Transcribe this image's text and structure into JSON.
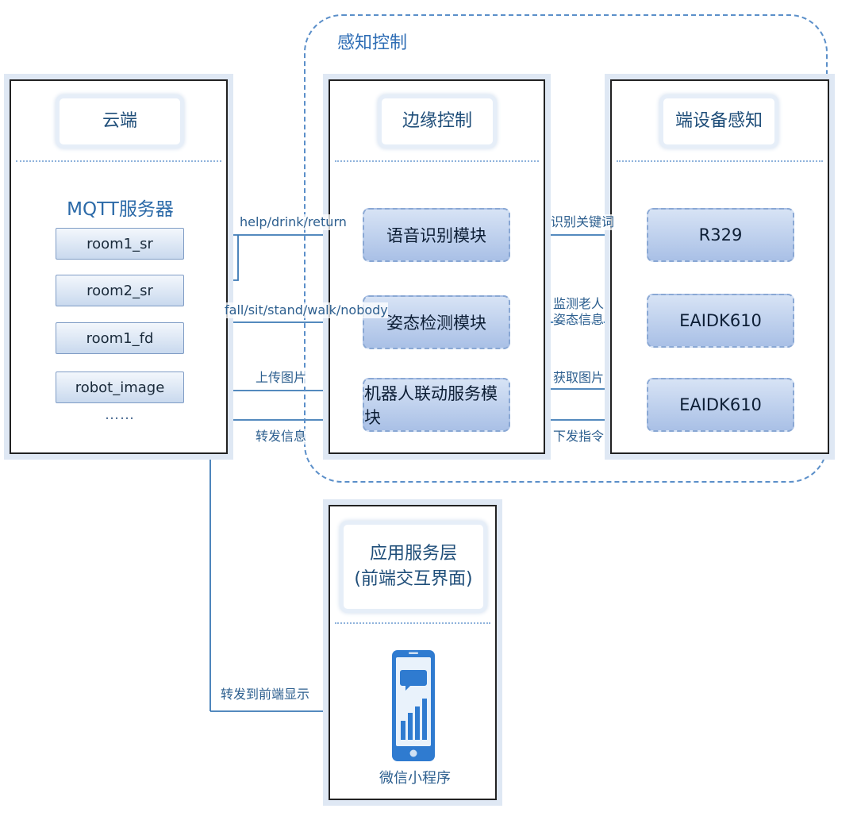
{
  "colors": {
    "accent": "#2e6db5",
    "line": "#3b79b5",
    "module_fill": "#b3c8ea",
    "panel_border": "#222222"
  },
  "groups": {
    "perception_control": "感知控制"
  },
  "cloud": {
    "title": "云端",
    "server_title": "MQTT服务器",
    "topics": [
      "room1_sr",
      "room2_sr",
      "room1_fd",
      "robot_image"
    ],
    "more": "……"
  },
  "edge": {
    "title": "边缘控制",
    "modules": [
      "语音识别模块",
      "姿态检测模块",
      "机器人联动服务模块"
    ]
  },
  "device": {
    "title": "端设备感知",
    "devices": [
      "R329",
      "EAIDK610",
      "EAIDK610"
    ]
  },
  "app": {
    "title_line1": "应用服务层",
    "title_line2": "(前端交互界面)",
    "client_label": "微信小程序",
    "client_icon": "smartphone-chart-icon"
  },
  "edges": {
    "speech_topics": "help/drink/return",
    "pose_states": "fall/sit/stand/walk/nobody",
    "upload_image": "上传图片",
    "forward_info": "转发信息",
    "recognize_keywords": "识别关键词",
    "monitor_elderly_line1": "监测老人",
    "monitor_elderly_line2": "姿态信息",
    "get_image": "获取图片",
    "send_command": "下发指令",
    "forward_to_frontend": "转发到前端显示"
  }
}
